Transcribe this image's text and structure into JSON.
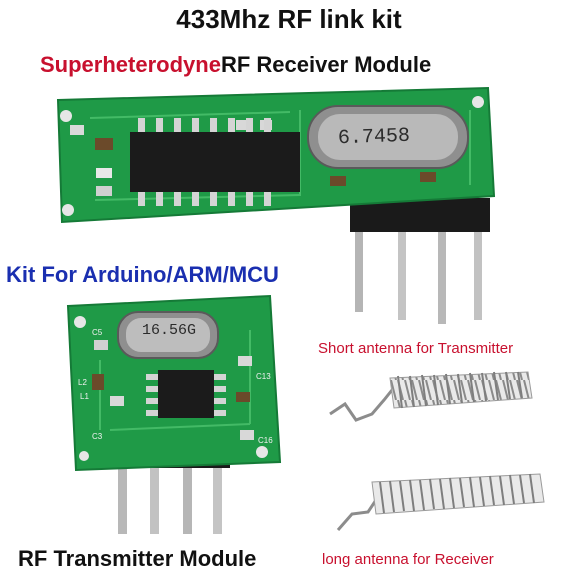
{
  "title": "433Mhz RF link kit",
  "receiver": {
    "caption_red": "Superheterodyne",
    "caption_dark": "RF Receiver Module",
    "crystal_marking": "6.7458"
  },
  "kit_label": "Kit For Arduino/ARM/MCU",
  "transmitter": {
    "caption": "RF Transmitter Module",
    "crystal_marking": "16.56G",
    "silkscreen": [
      "C5",
      "L2",
      "C3",
      "C13",
      "C16",
      "L1"
    ]
  },
  "antennas": {
    "short_label": "Short antenna for Transmitter",
    "long_label": "long antenna for Receiver"
  },
  "colors": {
    "pcb_green": "#1f9a47",
    "accent_red": "#c8102e",
    "accent_blue": "#1a2fb0"
  }
}
